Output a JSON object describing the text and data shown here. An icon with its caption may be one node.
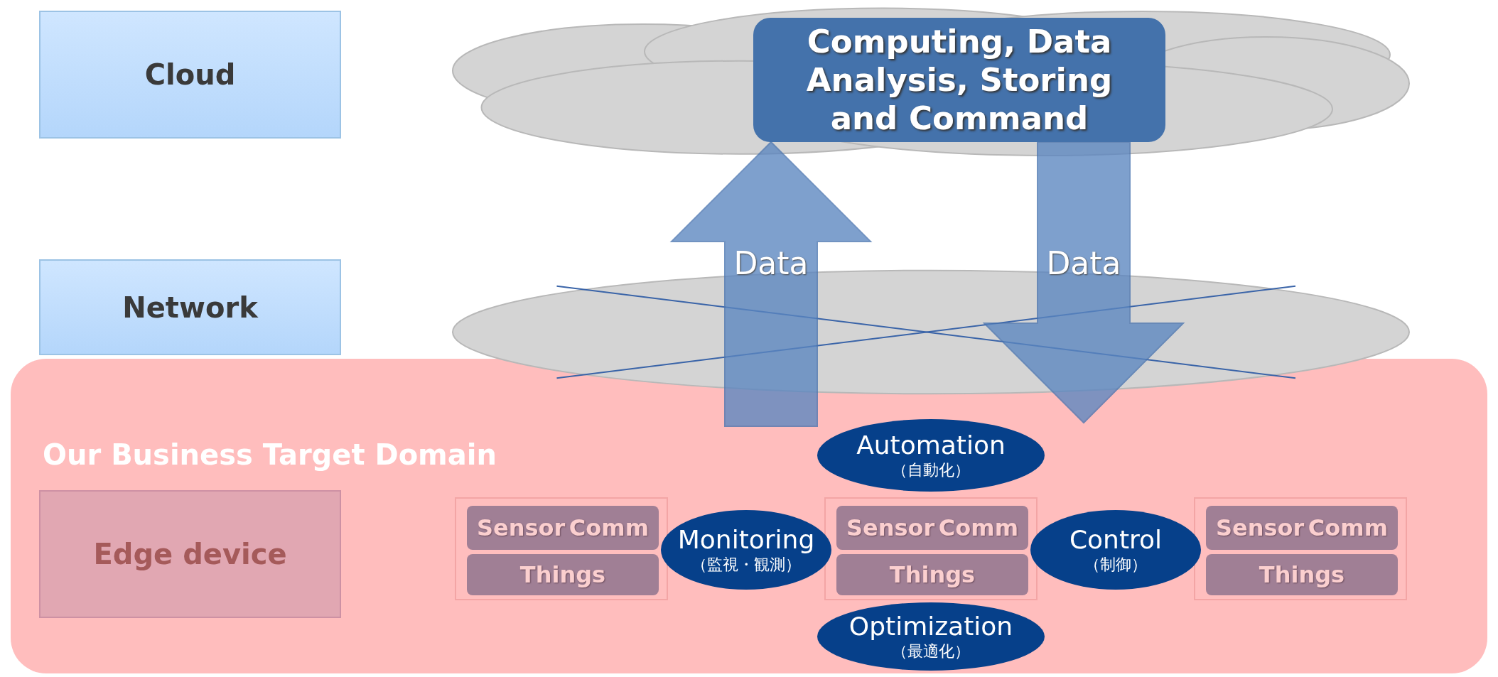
{
  "diagram": {
    "nodes": [
      {
        "text": [
          "Cloud"
        ]
      },
      {
        "text": [
          "Network"
        ]
      },
      {
        "text": [
          "Our Business Target Domain"
        ]
      },
      {
        "text": [
          "Edge device"
        ],
        "in": 2
      },
      {
        "text": [],
        "shape": "cloud"
      },
      {
        "text": [
          "Computing, Data Analysis, Storing and Command"
        ],
        "in": 4
      },
      {
        "text": [],
        "shape": "cloud"
      },
      {
        "text": [],
        "shape": "box",
        "in": 2
      },
      {
        "text": [
          "Sensor",
          "Comm"
        ],
        "in": 7
      },
      {
        "text": [
          "Things"
        ],
        "in": 7
      },
      {
        "text": [],
        "shape": "box",
        "in": 2
      },
      {
        "text": [
          "Sensor",
          "Comm"
        ],
        "in": 10
      },
      {
        "text": [
          "Things"
        ],
        "in": 10
      },
      {
        "text": [],
        "shape": "box",
        "in": 2
      },
      {
        "text": [
          "Sensor",
          "Comm"
        ],
        "in": 13
      },
      {
        "text": [
          "Things"
        ],
        "in": 13
      },
      {
        "text": [
          "Monitoring",
          "（監視・観測）"
        ],
        "in": 2
      },
      {
        "text": [
          "Automation",
          "（自動化）"
        ],
        "in": 2
      },
      {
        "text": [
          "Control",
          "（制御）"
        ],
        "in": 2
      },
      {
        "text": [
          "Optimization",
          "（最適化）"
        ],
        "in": 2
      }
    ],
    "edges": [
      {
        "from": null,
        "to": 5,
        "arrow": "to",
        "label": "Data"
      },
      {
        "from": 5,
        "to": null,
        "arrow": "to",
        "label": "Data"
      }
    ]
  }
}
